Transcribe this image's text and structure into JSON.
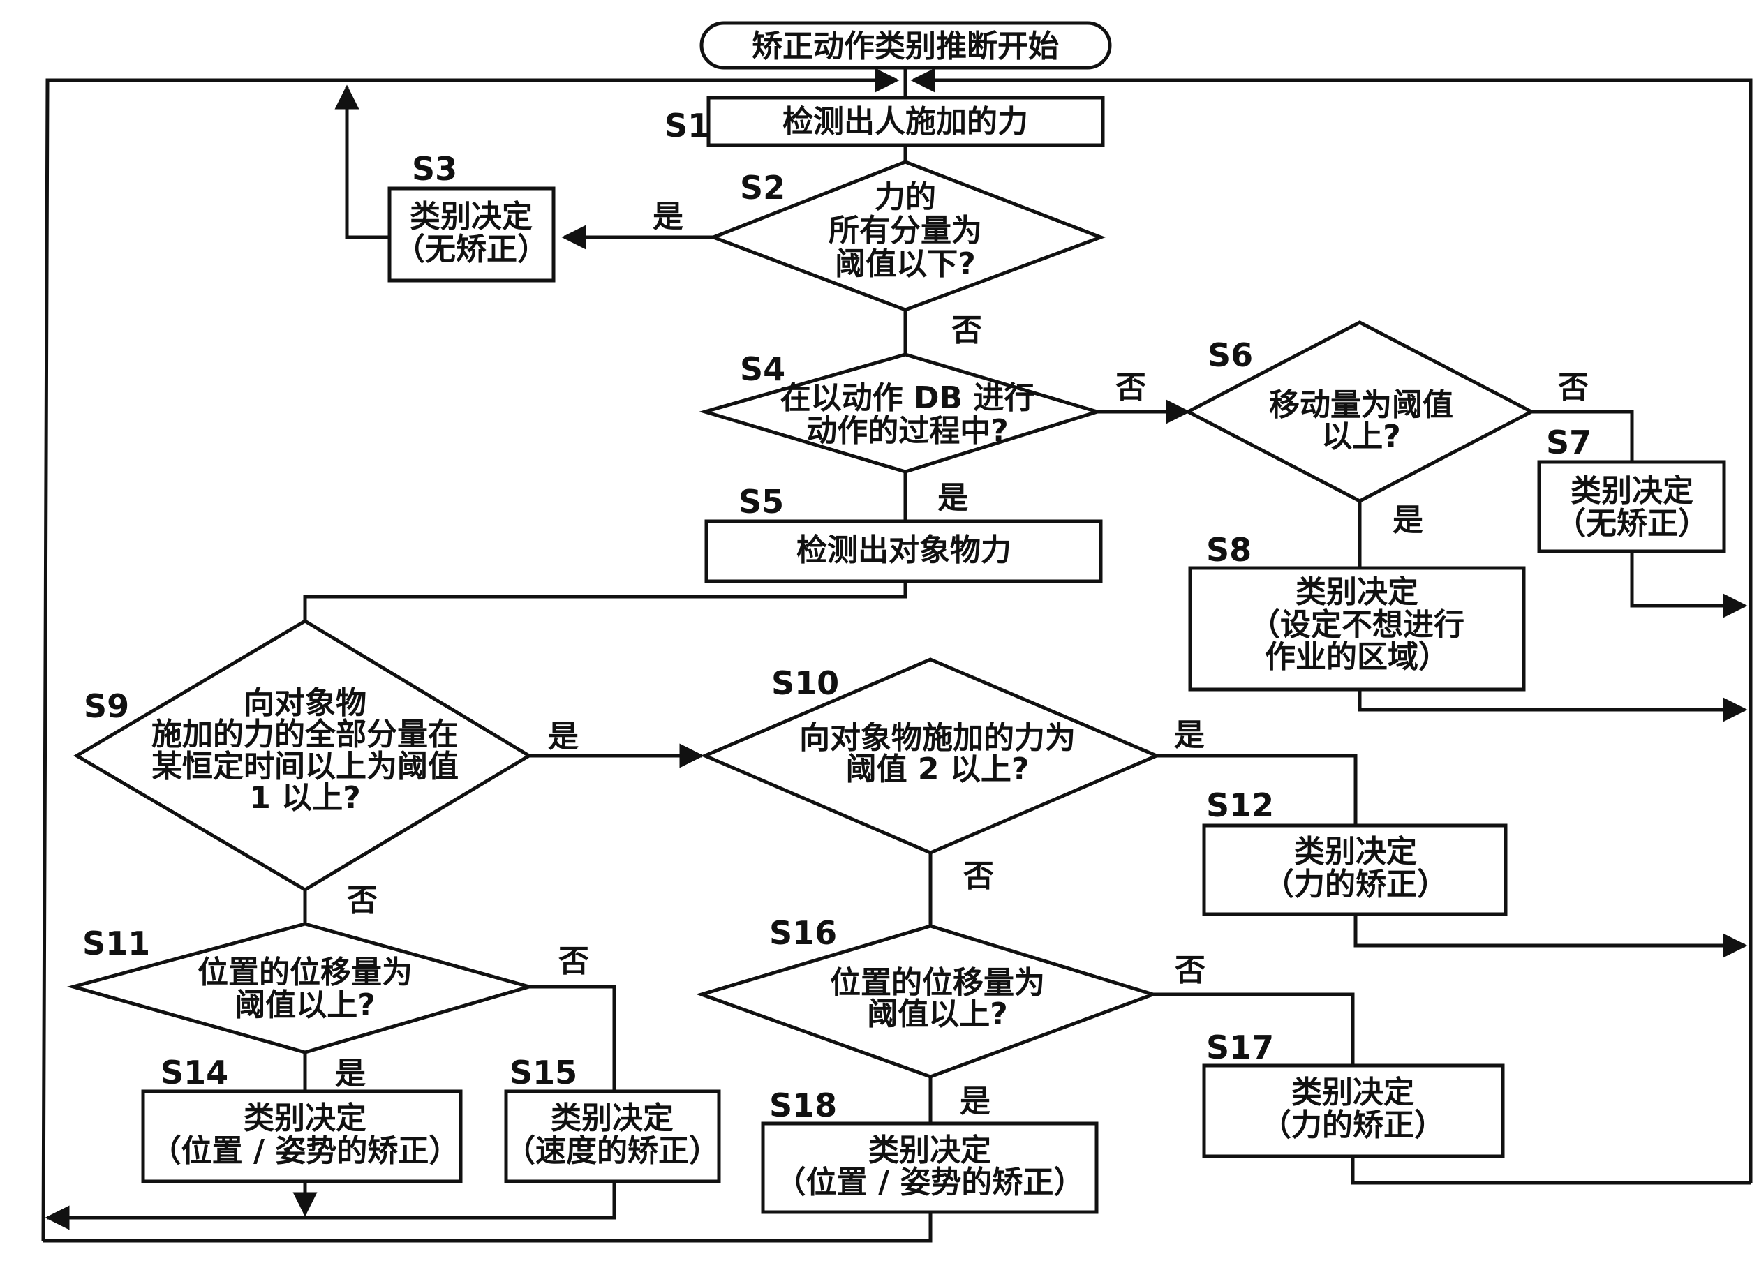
{
  "start": "矫正动作类别推断开始",
  "steps": {
    "S1": {
      "label": "S1",
      "lines": [
        "检测出人施加的力"
      ]
    },
    "S2": {
      "label": "S2",
      "lines": [
        "力的",
        "所有分量为",
        "阈值以下?"
      ]
    },
    "S3": {
      "label": "S3",
      "lines": [
        "类别决定",
        "（无矫正）"
      ]
    },
    "S4": {
      "label": "S4",
      "lines": [
        "在以动作 DB 进行",
        "动作的过程中?"
      ]
    },
    "S5": {
      "label": "S5",
      "lines": [
        "检测出对象物力"
      ]
    },
    "S6": {
      "label": "S6",
      "lines": [
        "移动量为阈值",
        "以上?"
      ]
    },
    "S7": {
      "label": "S7",
      "lines": [
        "类别决定",
        "（无矫正）"
      ]
    },
    "S8": {
      "label": "S8",
      "lines": [
        "类别决定",
        "（设定不想进行",
        "作业的区域）"
      ]
    },
    "S9": {
      "label": "S9",
      "lines": [
        "向对象物",
        "施加的力的全部分量在",
        "某恒定时间以上为阈值",
        "1 以上?"
      ]
    },
    "S10": {
      "label": "S10",
      "lines": [
        "向对象物施加的力为",
        "阈值 2 以上?"
      ]
    },
    "S11": {
      "label": "S11",
      "lines": [
        "位置的位移量为",
        "阈值以上?"
      ]
    },
    "S12": {
      "label": "S12",
      "lines": [
        "类别决定",
        "（力的矫正）"
      ]
    },
    "S14": {
      "label": "S14",
      "lines": [
        "类别决定",
        "（位置 / 姿势的矫正）"
      ]
    },
    "S15": {
      "label": "S15",
      "lines": [
        "类别决定",
        "（速度的矫正）"
      ]
    },
    "S16": {
      "label": "S16",
      "lines": [
        "位置的位移量为",
        "阈值以上?"
      ]
    },
    "S17": {
      "label": "S17",
      "lines": [
        "类别决定",
        "（力的矫正）"
      ]
    },
    "S18": {
      "label": "S18",
      "lines": [
        "类别决定",
        "（位置 / 姿势的矫正）"
      ]
    }
  },
  "branches": {
    "s2_yes": "是",
    "s2_no": "否",
    "s4_no": "否",
    "s4_yes": "是",
    "s6_no": "否",
    "s6_yes": "是",
    "s9_yes": "是",
    "s9_no": "否",
    "s10_yes": "是",
    "s10_no": "否",
    "s11_no": "否",
    "s11_yes": "是",
    "s16_no": "否",
    "s16_yes": "是"
  }
}
